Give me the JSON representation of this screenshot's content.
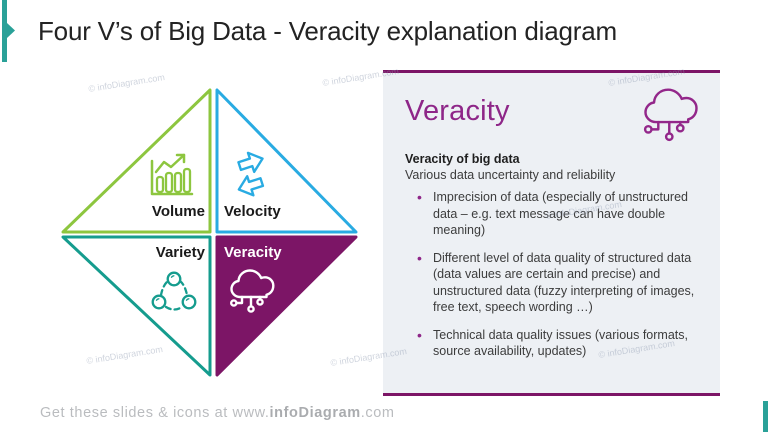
{
  "slide": {
    "title": "Four V’s of Big Data - Veracity explanation diagram",
    "watermark": "© infoDiagram.com",
    "footer": {
      "prefix": "Get these slides & icons at www.",
      "brand": "infoDiagram",
      "suffix": ".com"
    }
  },
  "diagram": {
    "segments": [
      {
        "id": "volume",
        "label": "Volume",
        "color": "#8dc63f",
        "icon": "bar-chart-growth-icon",
        "filled": false
      },
      {
        "id": "velocity",
        "label": "Velocity",
        "color": "#29abe2",
        "icon": "exchange-arrows-icon",
        "filled": false
      },
      {
        "id": "variety",
        "label": "Variety",
        "color": "#159c8e",
        "icon": "linked-circles-icon",
        "filled": false
      },
      {
        "id": "veracity",
        "label": "Veracity",
        "color": "#7c1566",
        "icon": "cloud-network-icon",
        "filled": true
      }
    ]
  },
  "panel": {
    "title": "Veracity",
    "icon": "cloud-network-icon",
    "heading": "Veracity of big data",
    "subheading": "Various data uncertainty and reliability",
    "bullets": [
      "Imprecision of data (especially of unstructured data – e.g. text message can have double meaning)",
      "Different level of data quality of structured data (data values are certain and precise) and unstructured data (fuzzy interpreting of images, free text, speech wording …)",
      "Technical data quality issues (various formats, source availability, updates)"
    ]
  },
  "colors": {
    "volume_green": "#8dc63f",
    "velocity_blue": "#29abe2",
    "variety_teal": "#159c8e",
    "veracity_purple": "#7c1566",
    "panel_title_purple": "#8e2688",
    "panel_bg": "#edf0f4",
    "accent_teal": "#2aa198",
    "footer_gray": "#babcbf"
  }
}
